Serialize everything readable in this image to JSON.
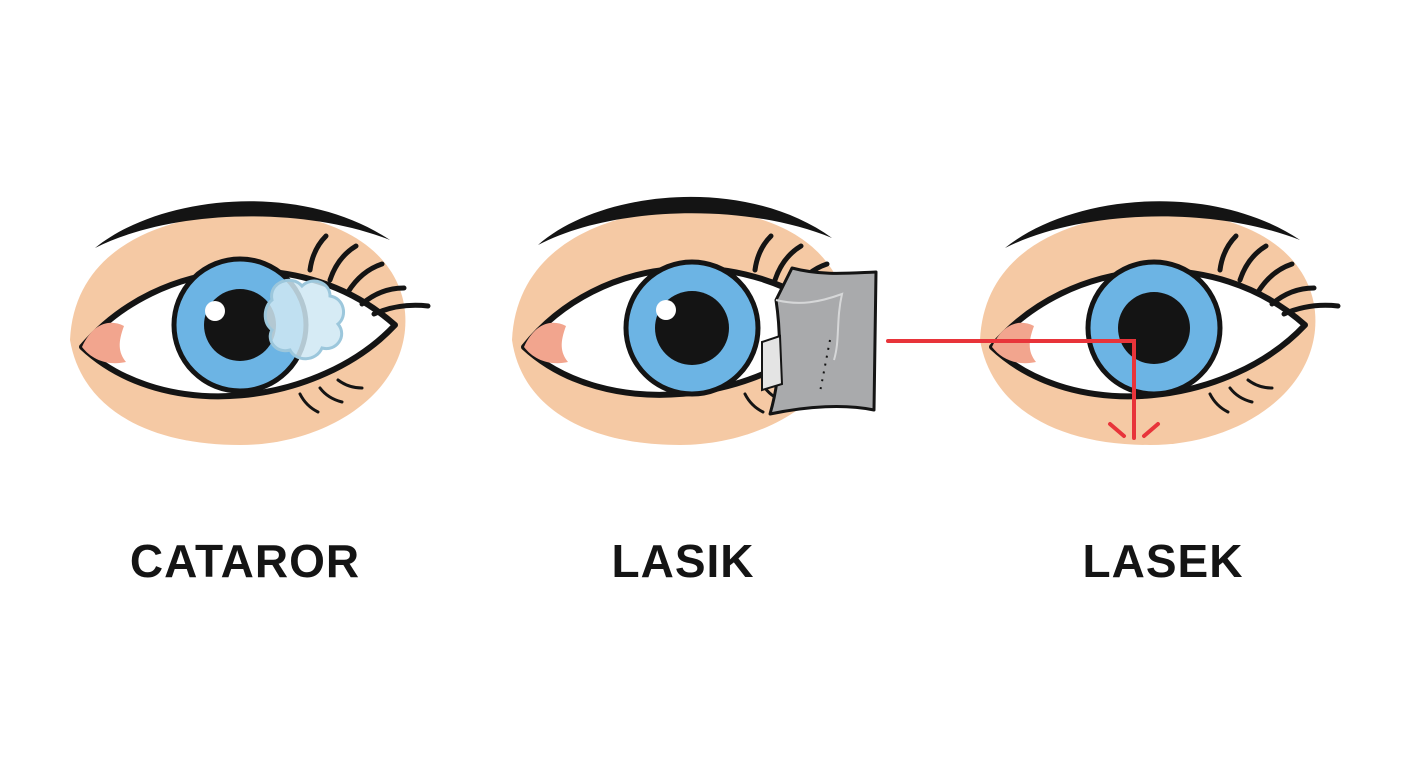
{
  "panels": [
    {
      "label": "CATAROR",
      "illustration": "cataract"
    },
    {
      "label": "LASIK",
      "illustration": "corneal-flap"
    },
    {
      "label": "LASEK",
      "illustration": "laser-beam"
    }
  ],
  "colors": {
    "background": "#ffffff",
    "skin": "#f5c9a4",
    "tear_duct": "#f2a58e",
    "outline": "#141414",
    "iris": "#6cb4e4",
    "pupil": "#141414",
    "cloud": "#cfe7f3",
    "flap": "#a9aaac",
    "laser": "#e8343a",
    "caption": "#141414"
  }
}
